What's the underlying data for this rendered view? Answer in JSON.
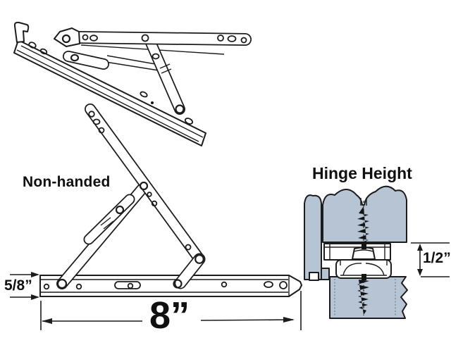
{
  "drawing": {
    "labels": {
      "non_handed": "Non-handed",
      "hinge_height_title": "Hinge Height"
    },
    "dimensions": {
      "stack_height": "5/8”",
      "track_length": "8”",
      "hinge_height": "1/2”"
    },
    "colors": {
      "line": "#1c1c1c",
      "frame_fill": "#b7c4d4",
      "text": "#101010",
      "background": "#ffffff"
    }
  }
}
